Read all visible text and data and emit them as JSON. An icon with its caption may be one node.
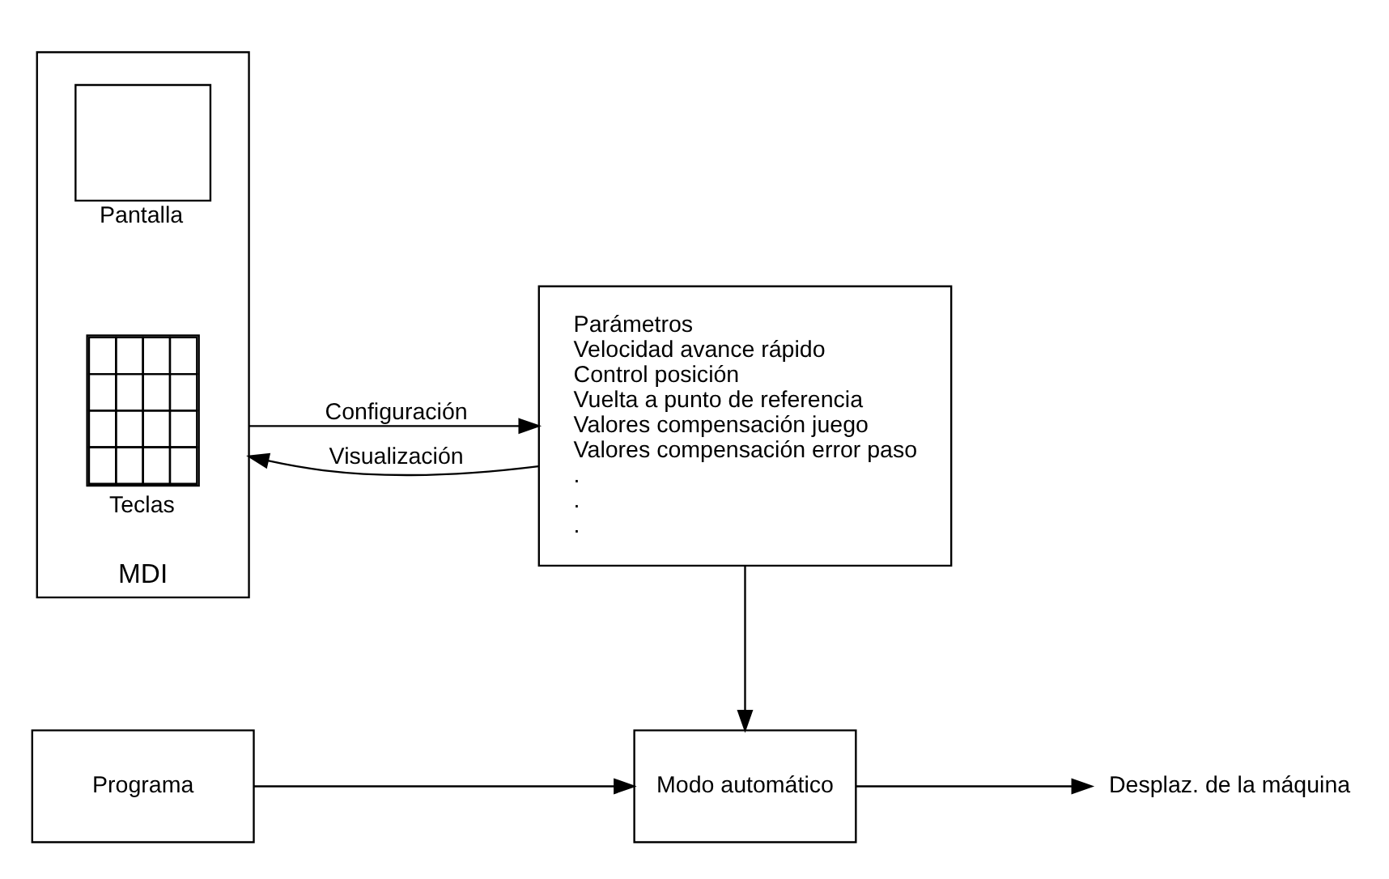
{
  "diagram": {
    "nodes": [
      {
        "text": [
          "MDI"
        ]
      },
      {
        "text": [
          "Pantalla"
        ],
        "in": 0
      },
      {
        "text": [
          "Teclas"
        ],
        "in": 0
      },
      {
        "text": [
          "Parámetros",
          "Velocidad avance rápido",
          "Control posición",
          "Vuelta a punto de referencia",
          "Valores compensación juego",
          "Valores compensación error paso",
          ".",
          ".",
          "."
        ]
      },
      {
        "text": [
          "Programa"
        ]
      },
      {
        "text": [
          "Modo automático"
        ]
      },
      {
        "text": [
          "Desplaz. de la máquina"
        ]
      }
    ],
    "edges": [
      {
        "from": 0,
        "to": 3,
        "arrow": "to",
        "label": "Configuración"
      },
      {
        "from": 3,
        "to": 0,
        "arrow": "to",
        "label": "Visualización"
      },
      {
        "from": 3,
        "to": 5,
        "arrow": "to"
      },
      {
        "from": 4,
        "to": 5,
        "arrow": "to"
      },
      {
        "from": 5,
        "to": 6,
        "arrow": "to"
      }
    ]
  }
}
